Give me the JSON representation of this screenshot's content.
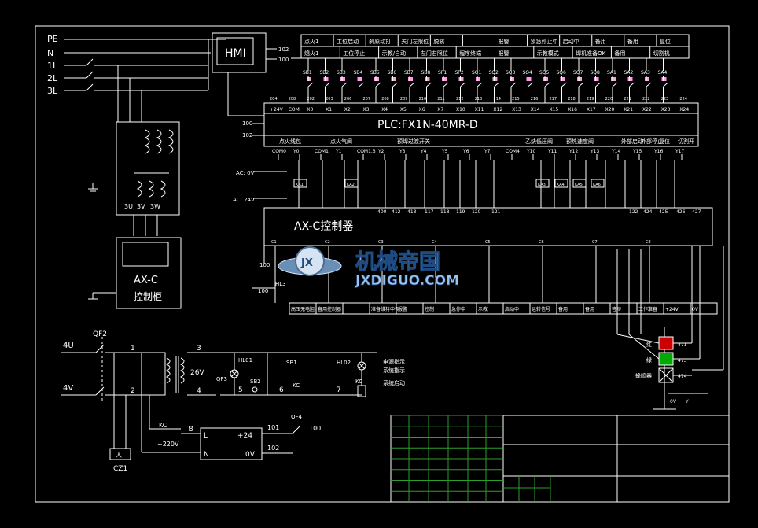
{
  "supply": {
    "pe": "PE",
    "n": "N",
    "l1": "1L",
    "l2": "2L",
    "l3": "3L"
  },
  "hmi": {
    "label": "HMI",
    "out1": "102",
    "out2": "100"
  },
  "plc": {
    "title": "PLC:FX1N-40MR-D",
    "inputs": [
      "+24V",
      "COM",
      "X0",
      "X1",
      "X2",
      "X3",
      "X4",
      "X5",
      "X6",
      "X7",
      "X10",
      "X11",
      "X12",
      "X13",
      "X14",
      "X15",
      "X16",
      "X17",
      "X20",
      "X21",
      "X22",
      "X23",
      "X24"
    ],
    "input_wires": [
      "204",
      "208",
      "202",
      "203",
      "206",
      "207",
      "208",
      "209",
      "210",
      "211",
      "212",
      "213",
      "214",
      "215",
      "216",
      "217",
      "218",
      "219",
      "220",
      "221",
      "222",
      "223",
      "224"
    ],
    "top_labels_row1": [
      "点火1",
      "工位启动",
      "刹原动打",
      "关门左限位",
      "脱锈",
      "",
      "报警",
      "紧急停止中",
      "启动中",
      "备用",
      "备用",
      "复位"
    ],
    "top_labels_row2": [
      "熄火1",
      "工位停止",
      "示教/自动",
      "左门右限位",
      "程序终端",
      "报警",
      "示教模式",
      "焊机准备OK",
      "备用",
      "切割机"
    ],
    "switches": [
      "SB1",
      "SB2",
      "SB3",
      "SB4",
      "SB5",
      "SB6",
      "SB7",
      "SB8",
      "SP1",
      "SP2",
      "SQ1",
      "SQ2",
      "SQ3",
      "SQ4",
      "SQ5",
      "SQ6",
      "SQ7",
      "SQ8",
      "SA1",
      "SA2",
      "SA3",
      "SA4"
    ],
    "outputs": [
      "COM0",
      "Y0",
      "COM1",
      "Y1",
      "COM1.3",
      "Y2",
      "Y3",
      "Y4",
      "Y5",
      "Y6",
      "Y7",
      "COM4",
      "Y10",
      "Y11",
      "Y12",
      "Y13",
      "Y14",
      "Y15",
      "Y16",
      "Y17"
    ],
    "out_labels": [
      "点火线包",
      "点火气阀",
      "预焊过渡开关",
      "乙炔低压阀",
      "预热速度阀",
      "外部启动",
      "外部停止",
      "复位",
      "切割开"
    ],
    "port_a": "100",
    "port_b": "102"
  },
  "relays": [
    "KA1",
    "KA2",
    "KA3",
    "KA4",
    "KA5",
    "KA6"
  ],
  "ax": {
    "title": "AX-C控制器",
    "row_top": [
      "400",
      "412",
      "413",
      "117",
      "118",
      "119",
      "120",
      "121",
      "122",
      "424",
      "425",
      "426",
      "427"
    ],
    "bottom_labels": [
      "高压无电阻",
      "备用控制器",
      "",
      "准备维持中调",
      "报警",
      "控制",
      "急停中",
      "示教",
      "启动中",
      "运转信号",
      "备用",
      "备用",
      "答辩",
      "工作准备",
      "+24V",
      "0V"
    ],
    "pin_labels": [
      "C1",
      "C2",
      "C3",
      "C4",
      "C5",
      "C6",
      "C7",
      "C8"
    ]
  },
  "side_labels": {
    "ac0": "AC: 0V",
    "ac24": "AC: 24V",
    "n100": "100",
    "n102": "102",
    "hl3": "HL3",
    "a100": "100"
  },
  "cabinet": {
    "title": "AX-C",
    "subtitle": "控制柜",
    "phases": [
      "3U",
      "3V",
      "3W"
    ]
  },
  "lower": {
    "feeds": [
      "4U",
      "4V"
    ],
    "qf": [
      "QF2",
      "QF3",
      "QF4"
    ],
    "nodes": [
      "1",
      "2",
      "3",
      "4",
      "5",
      "6",
      "7",
      "8"
    ],
    "transformer_v": "26V",
    "lamps": [
      "HL01",
      "HL02"
    ],
    "buttons": [
      "SB1",
      "SB2"
    ],
    "kc": "KC",
    "kc2": "KC",
    "kc3": "KC",
    "supply_l": "L",
    "supply_n": "N",
    "supply_plus": "+24",
    "supply_zero": "0V",
    "wires": [
      "101",
      "102",
      "100"
    ],
    "ac_in": "~220V",
    "socket": "CZ1",
    "notes": [
      "电源指示",
      "系统指示",
      "系统启动"
    ]
  },
  "tower": {
    "labels": [
      "红",
      "绿",
      "蜂鸣器"
    ],
    "pins": [
      "471",
      "473",
      "474"
    ],
    "bottom": [
      "0V",
      "Y"
    ]
  },
  "watermark": {
    "cn": "机械帝国",
    "en": "JXDIGUO.COM",
    "badge": "JX"
  }
}
